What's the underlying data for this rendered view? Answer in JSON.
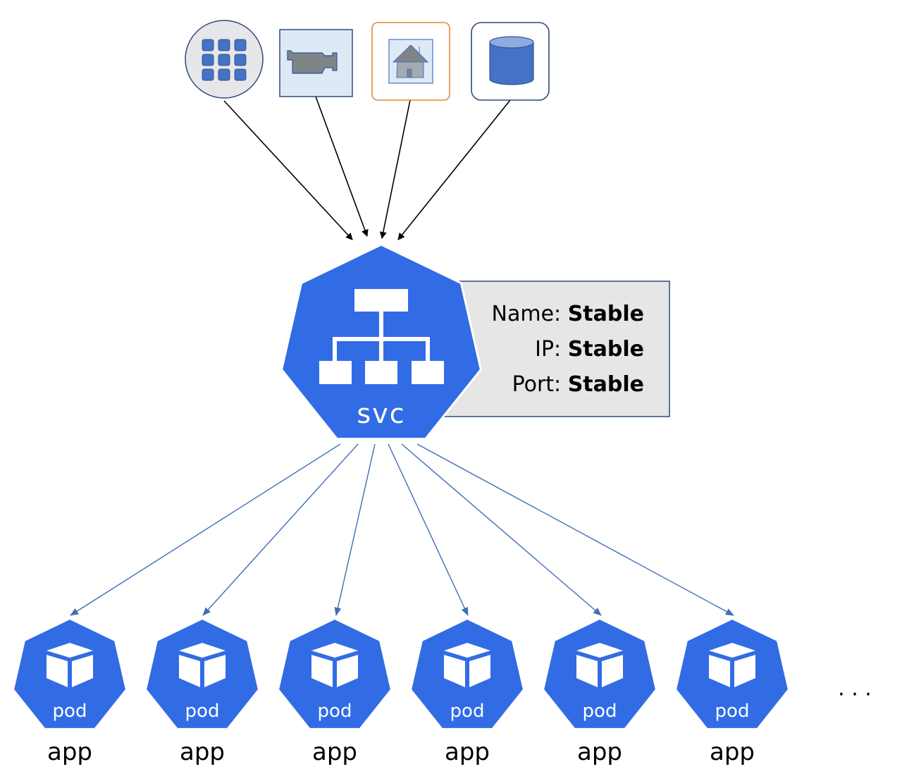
{
  "clients": [
    {
      "name": "app-grid-client",
      "icon": "app-grid-icon"
    },
    {
      "name": "video-camera-client",
      "icon": "video-camera-icon"
    },
    {
      "name": "home-client",
      "icon": "house-icon"
    },
    {
      "name": "database-client",
      "icon": "database-cylinder-icon"
    }
  ],
  "service": {
    "label": "svc",
    "icon": "hierarchy-network-icon",
    "info": [
      {
        "key": "Name:",
        "value": "Stable"
      },
      {
        "key": "IP:",
        "value": "Stable"
      },
      {
        "key": "Port:",
        "value": "Stable"
      }
    ]
  },
  "pods": [
    {
      "label": "pod",
      "app": "app"
    },
    {
      "label": "pod",
      "app": "app"
    },
    {
      "label": "pod",
      "app": "app"
    },
    {
      "label": "pod",
      "app": "app"
    },
    {
      "label": "pod",
      "app": "app"
    },
    {
      "label": "pod",
      "app": "app"
    }
  ],
  "ellipsis": "· · ·",
  "colors": {
    "k8s_blue": "#326CE5",
    "client_arrow": "#000000",
    "pod_arrow": "#3F6FB6",
    "info_box_fill": "#E6E6E6",
    "info_box_border": "#2F4A78",
    "client_border": "#2F4A78",
    "home_border": "#E08A3C",
    "icon_blue": "#4472C4",
    "camera_gray": "#7F8487"
  }
}
